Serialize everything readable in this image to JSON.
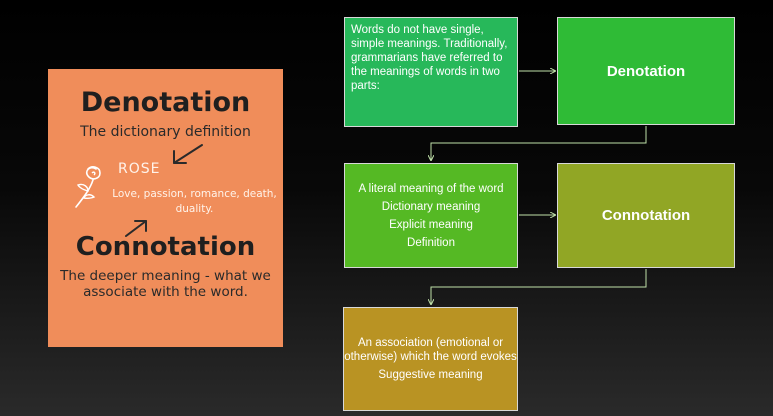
{
  "poster": {
    "title_denotation": "Denotation",
    "denotation_definition": "The dictionary definition",
    "rose_word": "ROSE",
    "rose_associations": "Love, passion, romance, death, duality.",
    "title_connotation": "Connotation",
    "connotation_definition": "The deeper meaning - what we associate with the word."
  },
  "flow": {
    "intro_box": "Words do not have single, simple meanings. Traditionally, grammarians have referred to the meanings of words in two parts:",
    "denotation_box": "Denotation",
    "literal_box": {
      "lines": [
        "A literal meaning of the word",
        "Dictionary meaning",
        "Explicit meaning",
        "Definition"
      ]
    },
    "connotation_box": "Connotation",
    "association_box": {
      "lines": [
        "An association (emotional or otherwise) which the word evokes",
        "Suggestive meaning"
      ]
    }
  },
  "colors": {
    "poster_bg": "#f08d5a",
    "intro_box": "#27b85a",
    "denotation_box": "#2fbb36",
    "literal_box": "#55b924",
    "connotation_box": "#91a625",
    "association_box": "#b99323",
    "connector": "#bfe0a8"
  }
}
